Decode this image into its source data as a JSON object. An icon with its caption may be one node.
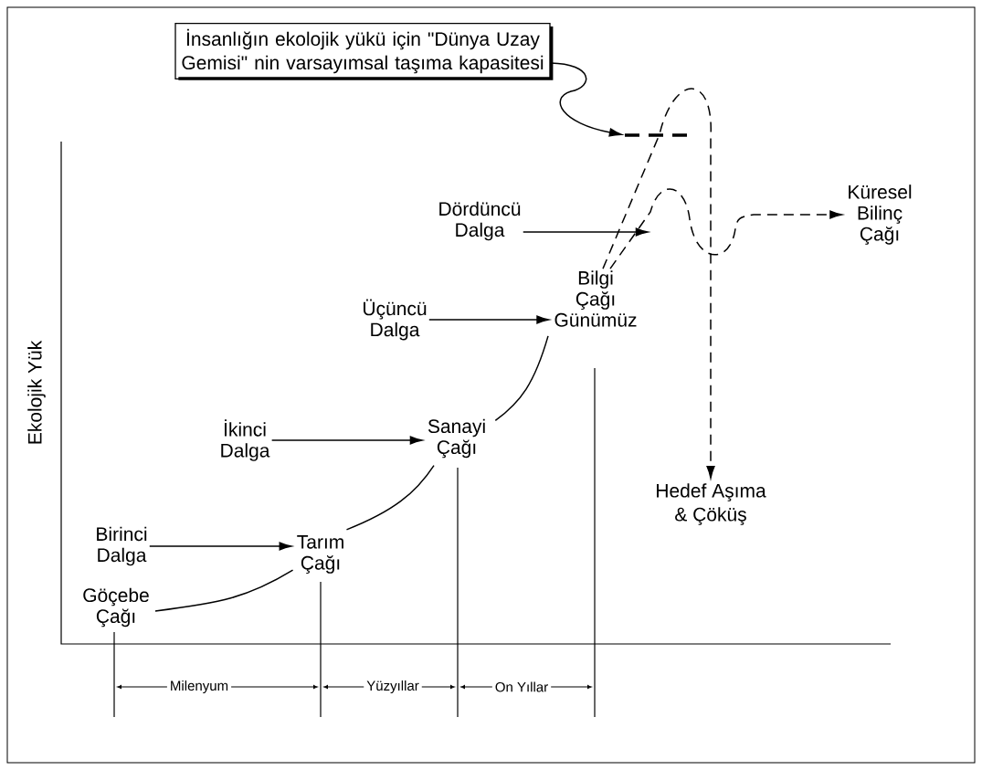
{
  "diagram": {
    "nodes": [
      {
        "text": [
          "İnsanlığın ekolojik yükü için \"Dünya Uzay Gemisi\" nin varsayımsal taşıma kapasitesi"
        ]
      },
      {
        "text": [],
        "shape": "line"
      },
      {
        "text": [
          "Dördüncü Dalga"
        ]
      },
      {
        "text": [
          "Küresel Bilinç Çağı"
        ]
      },
      {
        "text": [
          "Üçüncü Dalga"
        ]
      },
      {
        "text": [
          "Bilgi Çağı Günümüz"
        ]
      },
      {
        "text": [
          "İkinci Dalga"
        ]
      },
      {
        "text": [
          "Sanayi Çağı"
        ]
      },
      {
        "text": [
          "Hedef Aşıma & Çöküş"
        ]
      },
      {
        "text": [
          "Birinci Dalga"
        ]
      },
      {
        "text": [
          "Tarım Çağı"
        ]
      },
      {
        "text": [
          "Göçebe Çağı"
        ]
      }
    ],
    "edges": [
      {
        "from": 0,
        "to": 1,
        "arrow": "to"
      },
      {
        "from": 2,
        "to": null,
        "arrow": "to"
      },
      {
        "from": 4,
        "to": 5,
        "arrow": "to"
      },
      {
        "from": 6,
        "to": 7,
        "arrow": "to"
      },
      {
        "from": 9,
        "to": 10,
        "arrow": "to"
      },
      {
        "from": 11,
        "to": 10,
        "arrow": "none"
      },
      {
        "from": 10,
        "to": 7,
        "arrow": "none"
      },
      {
        "from": 7,
        "to": 5,
        "arrow": "none"
      },
      {
        "from": 5,
        "to": 8,
        "arrow": "to",
        "style": "dashed"
      },
      {
        "from": 5,
        "to": 3,
        "arrow": "to",
        "style": "dashed"
      }
    ],
    "labels": [
      "Ekolojik Yük",
      "Milenyum",
      "Yüzyıllar",
      "On Yıllar"
    ]
  }
}
